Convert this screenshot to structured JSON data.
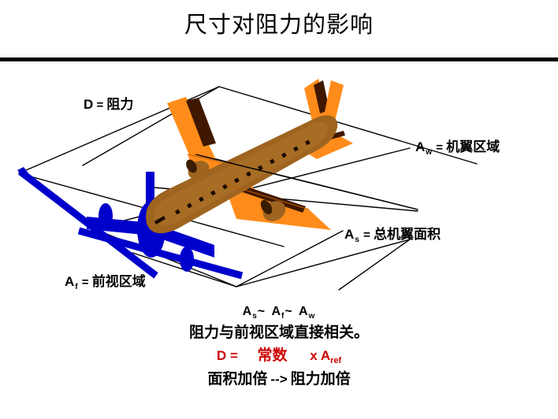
{
  "slide": {
    "title": "尺寸对阻力的影响"
  },
  "diagram": {
    "name": "airliner-3d-with-projection-planes",
    "colors": {
      "wing_orange": "#FF8C1A",
      "fuselage_brown": "#9E6420",
      "frontal_blue": "#0000CC",
      "outline_black": "#000000",
      "accent_red": "#CC0000"
    },
    "labels": {
      "drag": {
        "symbol": "D",
        "equals": "=",
        "text": "阻力"
      },
      "wing_area": {
        "symbol": "A",
        "subscript": "w",
        "equals": "=",
        "text": "机翼区域"
      },
      "total_wing_area": {
        "symbol": "A",
        "subscript": "s",
        "equals": "=",
        "text": "总机翼面积"
      },
      "frontal_area": {
        "symbol": "A",
        "subscript": "f",
        "equals": "=",
        "text": "前视区域"
      }
    }
  },
  "footer": {
    "proportion": {
      "a_sym": "A",
      "a_sub": "s",
      "tilde1": "~",
      "b_sym": "A",
      "b_sub": "f",
      "tilde2": "~",
      "c_sym": "A",
      "c_sub": "w"
    },
    "relation_statement": "阻力与前视区域直接相关。",
    "drag_formula": {
      "lhs": "D",
      "equals": "=",
      "constant": "常数",
      "times": "x",
      "area_sym": "A",
      "area_sub": "ref"
    },
    "doubling_statement": {
      "cause": "面积加倍",
      "arrow": "-->",
      "effect": "阻力加倍"
    }
  }
}
